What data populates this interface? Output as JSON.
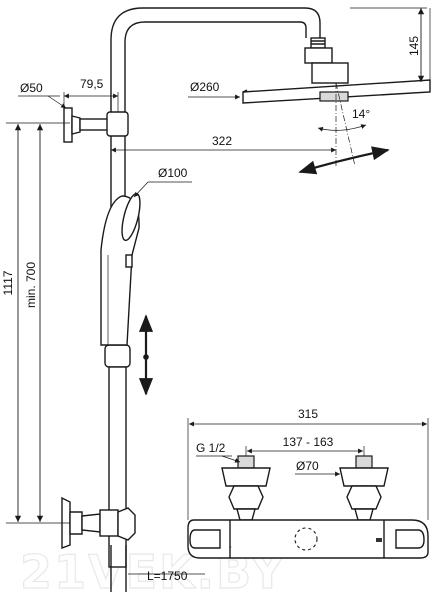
{
  "dimensions": {
    "shower_arm_height": "145",
    "head_diameter": "Ø260",
    "tilt_angle": "14°",
    "arm_reach": "322",
    "wall_bracket_diameter": "Ø50",
    "bracket_offset": "79,5",
    "handshower_diameter": "Ø100",
    "total_height": "1117",
    "min_height": "min. 700",
    "mixer_width": "315",
    "connection_thread": "G 1/2",
    "connection_spacing": "137 - 163",
    "escutcheon_diameter": "Ø70",
    "hose_length": "L=1750"
  },
  "watermark": "21VEK.BY"
}
